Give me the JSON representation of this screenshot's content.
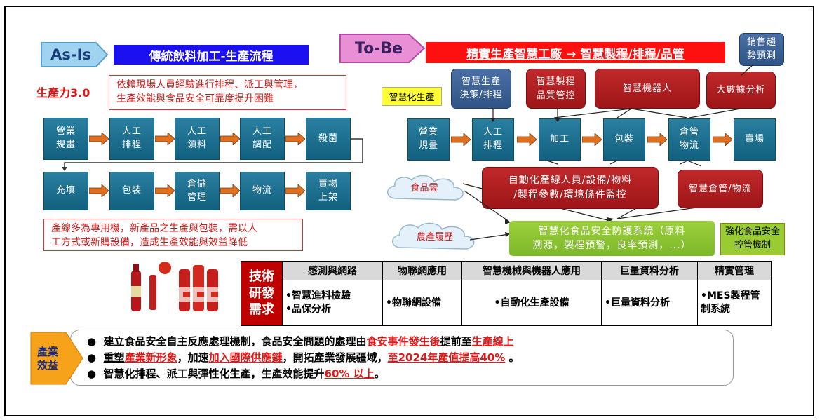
{
  "asis": {
    "label": "As-Is",
    "title": "傳統飲料加工-生產流程",
    "productivity": "生產力3.0",
    "note_top": "依賴現場人員經驗進行排程、派工與管理，\n生產效能與食品安全可靠度提升困難",
    "row1": [
      "營業\n規畫",
      "人工\n排程",
      "人工\n領料",
      "人工\n調配",
      "殺菌"
    ],
    "row2": [
      "充填",
      "包裝",
      "倉儲\n管理",
      "物流",
      "賣場\n上架"
    ],
    "note_bottom": "產線多為專用機，新產品之生產與包裝，需以人\n工方式或新購設備，造成生產效能與效益降低"
  },
  "tobe": {
    "label": "To-Be",
    "title": "精實生產智慧工廠 → 智慧製程/排程/品管",
    "sales": "銷售趨\n勢預測",
    "smart_prod": "智慧化生產",
    "decision": "智慧生產\n決策/排程",
    "quality": "智慧製程\n品質管控",
    "robot": "智慧機器人",
    "bigdata": "大數據分析",
    "flow": [
      "營業\n規畫",
      "人工\n排程",
      "加工",
      "包裝",
      "倉管\n物流",
      "賣場"
    ],
    "monitor": "自動化產線人員/設備/物料\n/製程參數/環境條件監控",
    "warehouse": "智慧倉管/物流",
    "cloud1": "食品雲",
    "cloud2": "農產履歷",
    "safety": "智慧化食品安全防護系統（原料\n溯源，製程預警，良率預測，...）",
    "safety_mech": "強化食品安全\n控管機制"
  },
  "tech": {
    "label": "技術\n研發\n需求",
    "headers": [
      "感測與網路",
      "物聯網應用",
      "智慧機械與機器人應用",
      "巨量資料分析",
      "精實管理"
    ],
    "cells": [
      "•智慧進料檢驗\n•品保分析",
      "•物聯網設備",
      "•自動化生產設備",
      "•巨量資料分析",
      "•MES製程管\n制系統"
    ]
  },
  "benefit": {
    "label": "產業\n效益",
    "b1_a": "建立食品安全自主反應處理機制，食品安全問題的處理由",
    "b1_b": "食安事件發生後",
    "b1_c": "提前至",
    "b1_d": "生產線上",
    "b2_a": "重塑",
    "b2_b": "產業新形象",
    "b2_c": "，加速",
    "b2_d": "加入國際供應鏈",
    "b2_e": "，開拓產業發展疆域，",
    "b2_f": "至2024年產值提高40%",
    "b2_g": " 。",
    "b3_a": "智慧化排程、派工與彈性化生產，生產效能提升",
    "b3_b": "60% 以上",
    "b3_c": "。"
  },
  "colors": {
    "teal": "#1a6f90",
    "red": "#b01e22",
    "arrow": "#e07020",
    "blue": "#1a10f0"
  }
}
